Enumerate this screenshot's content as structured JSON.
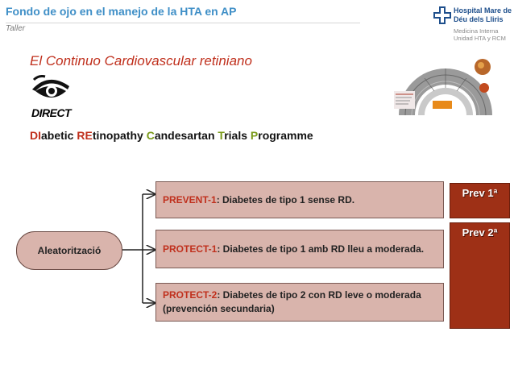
{
  "header": {
    "title": "Fondo de ojo en el manejo de la HTA en AP",
    "subtitle": "Taller"
  },
  "logo": {
    "name_line1": "Hospital Mare de",
    "name_line2": "Déu dels Lliris",
    "dept_line1": "Medicina Interna",
    "dept_line2": "Unidad HTA y RCM"
  },
  "section": {
    "title": "El Continuo Cardiovascular retiniano",
    "direct_logo": "DIRECT",
    "acronym": {
      "p1_hl": "DI",
      "p1_rest": "abetic ",
      "p2_hl": "RE",
      "p2_rest": "tinopathy ",
      "p3_hl": "C",
      "p3_rest": "andesartan ",
      "p4_hl": "T",
      "p4_rest": "rials ",
      "p5_hl": "P",
      "p5_rest": "rogramme"
    }
  },
  "diagram": {
    "randomization_label": "Aleatorització",
    "trials": [
      {
        "name": "PREVENT-1",
        "desc": ": Diabetes de tipo 1 sense RD."
      },
      {
        "name": "PROTECT-1",
        "desc": ": Diabetes de tipo 1 amb RD lleu a moderada."
      },
      {
        "name": "PROTECT-2",
        "desc": ": Diabetes de tipo 2 con RD leve o moderada (prevención secundaria)"
      }
    ],
    "prevention": [
      {
        "label": "Prev 1ª"
      },
      {
        "label": "Prev 2ª"
      }
    ]
  },
  "icons": {
    "eye_logo": "eye-logo-icon",
    "hospital_cross": "hospital-cross-icon",
    "continuum_image": "cardiovascular-continuum-diagram"
  },
  "colors": {
    "header_blue": "#3f8fc7",
    "accent_red": "#c0301d",
    "box_fill": "#d9b4ac",
    "prev_fill": "#9e3016"
  }
}
